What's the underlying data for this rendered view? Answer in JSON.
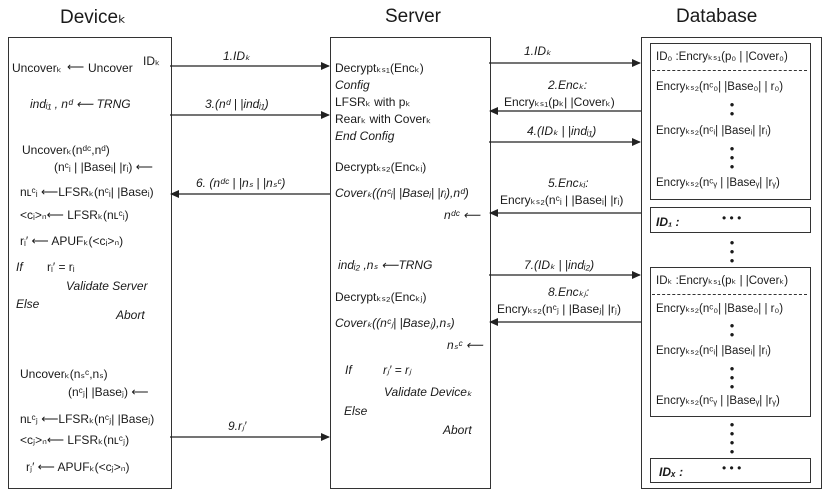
{
  "headers": {
    "device": "Deviceₖ",
    "server": "Server",
    "database": "Database"
  },
  "device": {
    "line1_uncover_k": "Uncoverₖ",
    "line1_arrow": "⟵",
    "line1_uncover": "Uncover",
    "line1_idk": "IDₖ",
    "line2": "indᵢ₁ , nᵈ ⟵ TRNG",
    "line3a": "Uncoverₖ(nᵈᶜ,nᵈ)",
    "line3b": "(nᶜᵢ | |Baseᵢ| |rᵢ) ⟵",
    "line4": "nʟᶜᵢ ⟵LFSRₖ(nᶜᵢ| |Baseᵢ)",
    "line5": "<cᵢ>ₙ⟵ LFSRₖ(nʟᶜᵢ)",
    "line6": "rᵢ′  ⟵  APUFₖ(<cᵢ>ₙ)",
    "if1": "If",
    "if1_cond": "rᵢ′ = rᵢ",
    "validate1": "Validate Server",
    "else1": "Else",
    "abort1": "Abort",
    "line7": "Uncoverₖ(nₛᶜ,nₛ)",
    "line8": "(nᶜⱼ| |Baseⱼ) ⟵",
    "line9": "nʟᶜⱼ ⟵LFSRₖ(nᶜⱼ| |Baseⱼ)",
    "line10": "<cⱼ>ₙ⟵ LFSRₖ(nʟᶜⱼ)",
    "line11": "rⱼ′ ⟵  APUFₖ(<cⱼ>ₙ)"
  },
  "server": {
    "s1": "Decryptₖₛ₁(Encₖ)",
    "s2": "Config",
    "s3": "LFSRₖ with pₖ",
    "s4": "Rearₖ with Coverₖ",
    "s5": "End Config",
    "s6": "Decryptₖₛ₂(Encₖᵢ)",
    "s7": "Coverₖ((nᶜᵢ| |Baseᵢ| |rᵢ),nᵈ)",
    "s8": "nᵈᶜ ⟵",
    "s9": "indᵢ₂ ,nₛ ⟵TRNG",
    "s10": "Decryptₖₛ₂(Encₖⱼ)",
    "s11": "Coverₖ((nᶜⱼ| |Baseⱼ),nₛ)",
    "s12": "nₛᶜ ⟵",
    "if2": "If",
    "if2_cond": "rⱼ′ = rⱼ",
    "validate2": "Validate Deviceₖ",
    "else2": "Else",
    "abort2": "Abort"
  },
  "messages": {
    "m1_dev": "1.IDₖ",
    "m3_dev": "3.(nᵈ | |indᵢ₁)",
    "m6_dev": "6. (nᵈᶜ | |nₛ | |nₛᶜ)",
    "m9_dev": "9.rⱼ′",
    "m1_db": "1.IDₖ",
    "m2_db_a": "2.Encₖ:",
    "m2_db_b": "Encryₖₛ₁(pₖ| |Coverₖ)",
    "m4_db": "4.(IDₖ | |indᵢ₁)",
    "m5_db_a": "5.Encₖᵢ:",
    "m5_db_b": "Encryₖₛ₂(nᶜᵢ | |Baseᵢ| |rᵢ)",
    "m7_db": "7.(IDₖ | |indᵢ₂)",
    "m8_db_a": "8.Encₖⱼ:",
    "m8_db_b": "Encryₖₛ₂(nᶜⱼ | |Baseⱼ| |rⱼ)"
  },
  "database": {
    "id0_header": "ID₀ :Encryₖₛ₁(p₀ | |Cover₀)",
    "id0_rows": [
      "Encryₖₛ₂(nᶜ₀| |Base₀| | r₀)",
      "Encryₖₛ₂(nᶜᵢ| |Baseᵢ| |rᵢ)",
      "Encryₖₛ₂(nᶜᵧ | |Baseᵧ| |rᵧ)"
    ],
    "id1_label": "ID₁ :",
    "id1_dots": "• • •",
    "idk_header": "IDₖ :Encryₖₛ₁(pₖ | |Coverₖ)",
    "idk_rows": [
      "Encryₖₛ₂(nᶜ₀| |Base₀| | r₀)",
      "Encryₖₛ₂(nᶜᵢ| |Baseᵢ| |rᵢ)",
      "Encryₖₛ₂(nᶜᵧ | |Baseᵧ| |rᵧ)"
    ],
    "idx_label": "IDₓ :",
    "idx_dots": "• • •",
    "vdots": "•"
  }
}
